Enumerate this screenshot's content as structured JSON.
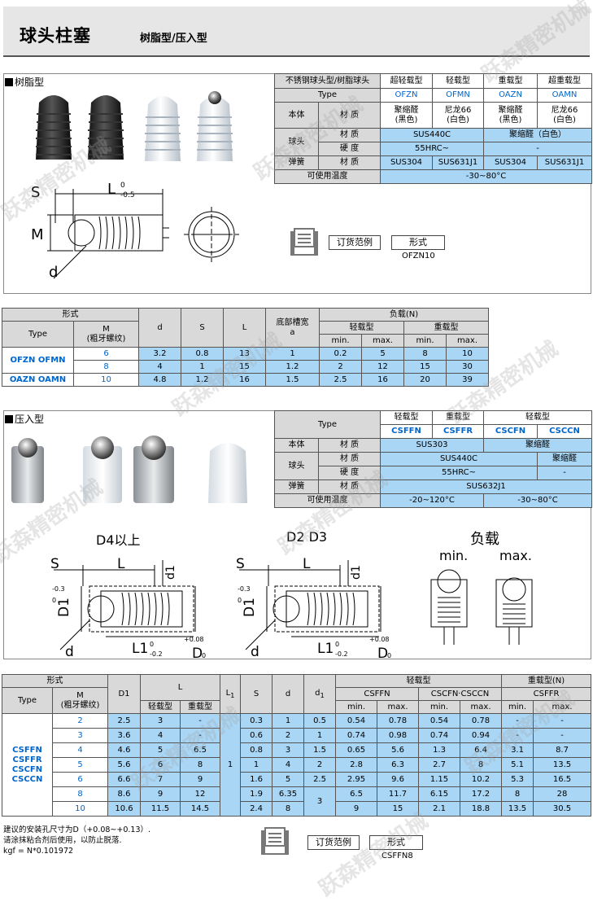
{
  "header": {
    "title": "球头柱塞",
    "subtitle": "树脂型/压入型"
  },
  "watermark": "跃森精密机械",
  "section1": {
    "label": "树脂型",
    "spec": {
      "head": [
        "不锈钢球头型/树脂球头",
        "超轻载型",
        "轻载型",
        "重载型",
        "超重载型"
      ],
      "type_label": "Type",
      "types": [
        "OFZN",
        "OFMN",
        "OAZN",
        "OAMN"
      ],
      "body_label": "本体",
      "ball_label": "球头",
      "spring_label": "弹簧",
      "material": "材 质",
      "hardness": "硬 度",
      "body_mat_1": [
        "聚缩醛",
        "(黑色)"
      ],
      "body_mat_2": [
        "尼龙66",
        "(白色)"
      ],
      "body_mat_3": [
        "聚缩醛",
        "(黑色)"
      ],
      "body_mat_4": [
        "尼龙66",
        "(白色)"
      ],
      "ball_mat_a": "SUS440C",
      "ball_mat_b": "聚缩醛（白色）",
      "ball_hard_a": "55HRC~",
      "ball_hard_b": "-",
      "spring_mats": [
        "SUS304",
        "SUS631J1",
        "SUS304",
        "SUS631J1"
      ],
      "temp_label": "可使用温度",
      "temp_val": "-30~80°C"
    },
    "order_label": "订货范例",
    "form_label": "形式",
    "order_code": "OFZN10",
    "dims": {
      "S": "S",
      "L": "L",
      "L_tol_top": "0",
      "L_tol_bot": "-0.5",
      "M": "M",
      "d": "d"
    }
  },
  "table1": {
    "form": "形式",
    "type": "Type",
    "m": "M",
    "m_sub": "(粗牙螺纹)",
    "d": "d",
    "s": "S",
    "l": "L",
    "a": "底部槽宽",
    "a_sub": "a",
    "load": "负载(N)",
    "light": "轻载型",
    "heavy": "重载型",
    "min": "min.",
    "max": "max.",
    "type_row1": "OFZN  OFMN",
    "type_row2": "OAZN  OAMN",
    "rows": [
      [
        "6",
        "3.2",
        "0.8",
        "13",
        "1",
        "0.2",
        "5",
        "8",
        "10"
      ],
      [
        "8",
        "4",
        "1",
        "15",
        "1.2",
        "2",
        "12",
        "15",
        "30"
      ],
      [
        "10",
        "4.8",
        "1.2",
        "16",
        "1.5",
        "2.5",
        "16",
        "20",
        "39"
      ]
    ]
  },
  "section2": {
    "label": "压入型",
    "spec": {
      "type_label": "Type",
      "grades": [
        "轻载型",
        "重载型",
        "轻载型"
      ],
      "types": [
        "CSFFN",
        "CSFFR",
        "CSCFN",
        "CSCCN"
      ],
      "body_label": "本体",
      "ball_label": "球头",
      "spring_label": "弹簧",
      "material": "材 质",
      "hardness": "硬 度",
      "body_mat_a": "SUS303",
      "body_mat_b": "聚缩醛",
      "ball_mat_a": "SUS440C",
      "ball_mat_b": "聚缩醛",
      "ball_hard_a": "55HRC~",
      "ball_hard_b": "-",
      "spring_mat": "SUS632J1",
      "temp_label": "可使用温度",
      "temp_a": "-20~120°C",
      "temp_b": "-30~80°C"
    },
    "drawing_titles": [
      "D4以上",
      "D2 D3",
      "负载"
    ],
    "load_min": "min.",
    "load_max": "max.",
    "dims": {
      "S": "S",
      "L": "L",
      "d1": "d1",
      "D1": "D1",
      "D1_top": "0",
      "D1_bot": "-0.3",
      "L1": "L1",
      "L1_top": "0",
      "L1_bot": "-0.2",
      "D": "D",
      "D_top": "+0.08",
      "D_bot": "0",
      "d": "d"
    }
  },
  "table2": {
    "form": "形式",
    "type": "Type",
    "m": "M",
    "m_sub": "(粗牙螺纹)",
    "D1": "D1",
    "L": "L",
    "L_light": "轻载型",
    "L_heavy": "重载型",
    "L1": "L",
    "L1_sub": "1",
    "S": "S",
    "d": "d",
    "d1": "d",
    "d1_sub": "1",
    "light": "轻载型",
    "heavy": "重载型(N)",
    "csffn": "CSFFN",
    "cscfn": "CSCFN·CSCCN",
    "csffr": "CSFFR",
    "min": "min.",
    "max": "max.",
    "types": [
      "CSFFN",
      "CSFFR",
      "CSCFN",
      "CSCCN"
    ],
    "L1_val": "1",
    "rows": [
      [
        "2",
        "2.5",
        "3",
        "-",
        "0.3",
        "1",
        "0.5",
        "0.54",
        "0.78",
        "0.54",
        "0.78",
        "-",
        "-"
      ],
      [
        "3",
        "3.6",
        "4",
        "-",
        "0.6",
        "2",
        "1",
        "0.74",
        "0.98",
        "0.74",
        "0.94",
        "-",
        "-"
      ],
      [
        "4",
        "4.6",
        "5",
        "6.5",
        "0.8",
        "3",
        "1.5",
        "0.65",
        "5.6",
        "1.3",
        "6.4",
        "3.1",
        "8.7"
      ],
      [
        "5",
        "5.6",
        "6",
        "8",
        "1",
        "4",
        "2",
        "2.8",
        "6.3",
        "2.7",
        "8",
        "5.1",
        "13.5"
      ],
      [
        "6",
        "6.6",
        "7",
        "9",
        "1.6",
        "5",
        "2.5",
        "2.95",
        "9.6",
        "1.15",
        "10.2",
        "5.3",
        "16.5"
      ],
      [
        "8",
        "8.6",
        "9",
        "12",
        "1.9",
        "6.35",
        "3",
        "6.5",
        "11.7",
        "6.15",
        "17.2",
        "8",
        "28"
      ],
      [
        "10",
        "10.6",
        "11.5",
        "14.5",
        "2.4",
        "8",
        "",
        "9",
        "15",
        "2.1",
        "18.8",
        "13.5",
        "30.5"
      ]
    ]
  },
  "notes": [
    "建议的安装孔尺寸为D（+0.08~+0.13）.",
    "请涂抹粘合剂后使用，以防止脱落.",
    "kgf = N*0.101972"
  ],
  "order2": {
    "order_label": "订货范例",
    "form_label": "形式",
    "order_code": "CSFFN8"
  }
}
